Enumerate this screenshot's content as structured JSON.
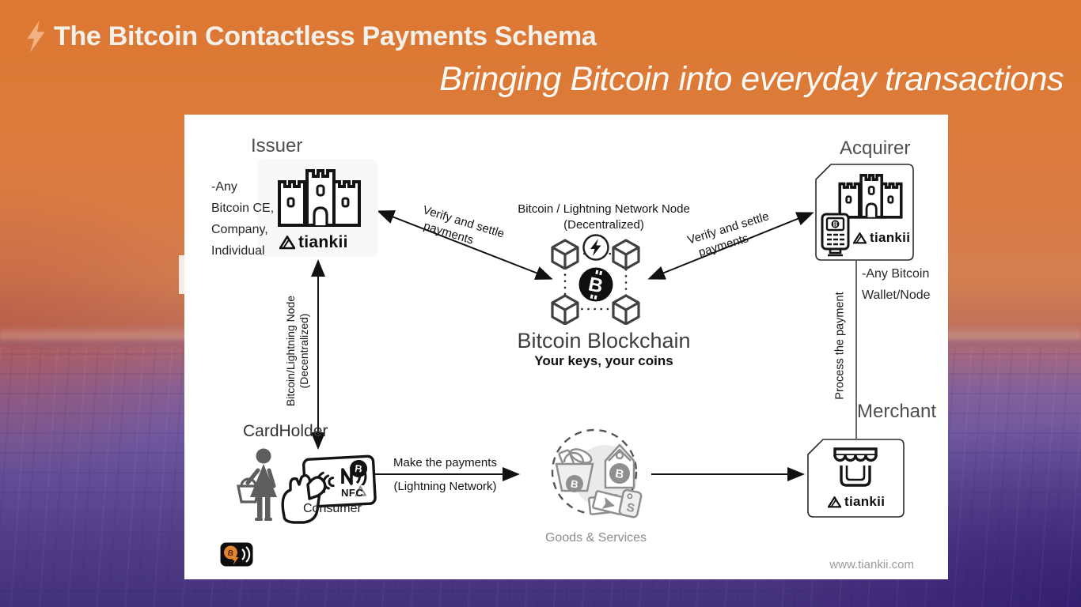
{
  "header": {
    "title": "The Bitcoin Contactless Payments Schema",
    "subtitle": "Bringing Bitcoin into everyday transactions"
  },
  "panel": {
    "issuer": {
      "label": "Issuer",
      "brand": "tiankii",
      "note_lines": [
        "-Any",
        "Bitcoin CE,",
        "Company,",
        "Individual"
      ]
    },
    "acquirer": {
      "label": "Acquirer",
      "brand": "tiankii",
      "note_lines": [
        "-Any Bitcoin",
        "Wallet/Node"
      ]
    },
    "merchant": {
      "label": "Merchant",
      "brand": "tiankii"
    },
    "cardholder": {
      "label": "CardHolder",
      "consumer_label": "Consumer",
      "nfc_label": "NFC"
    },
    "blockchain": {
      "node_line1": "Bitcoin / Lightning Network Node",
      "node_line2": "(Decentralized)",
      "title": "Bitcoin Blockchain",
      "tagline": "Your keys, your coins"
    },
    "goods": {
      "label": "Goods & Services"
    },
    "edges": {
      "issuer_blockchain": {
        "line1": "Verify and settle",
        "line2": "payments"
      },
      "blockchain_acquirer": {
        "line1": "Verify and settle",
        "line2": "payments"
      },
      "issuer_cardholder": {
        "line1": "Bitcoin/Lightning Node",
        "line2": "(Decentralized)"
      },
      "cardholder_goods": {
        "line1": "Make the payments",
        "line2": "(Lightning Network)"
      },
      "acquirer_merchant": {
        "label": "Process the payment"
      }
    },
    "footer": {
      "website": "www.tiankii.com"
    }
  },
  "colors": {
    "background_orange": "#DC7A38",
    "background_purple": "#5F4B94",
    "panel": "#FFFFFF",
    "bitcoin_orange": "#E08432",
    "ink": "#141414"
  }
}
